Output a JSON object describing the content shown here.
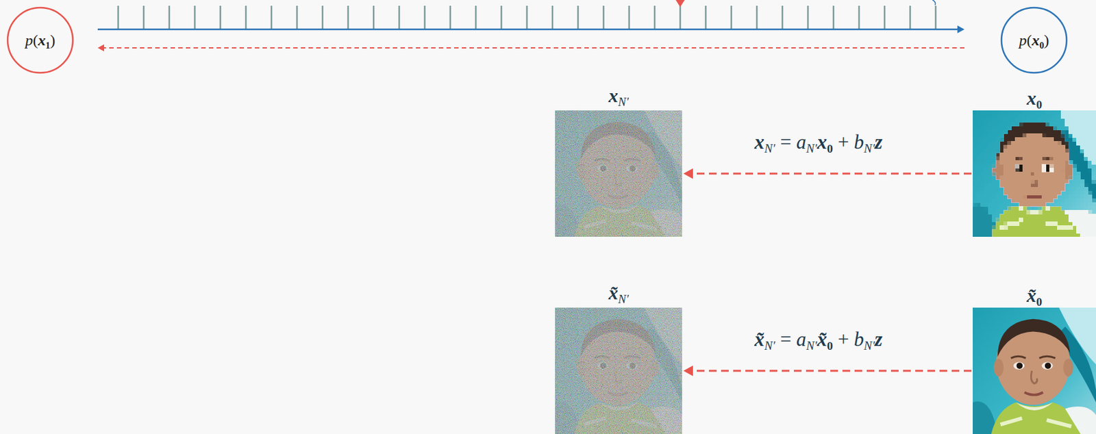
{
  "diagram": {
    "nodes": [
      {
        "text": [
          "p(x₁)"
        ]
      },
      {
        "text": [
          "p(x₀)"
        ]
      },
      {
        "text": [
          "xN′"
        ]
      },
      {
        "text": [
          "x₀"
        ]
      },
      {
        "text": [
          "x̃N′"
        ]
      },
      {
        "text": [
          "x̃₀"
        ]
      }
    ],
    "edges": [
      {
        "from": 0,
        "to": 1,
        "arrow": "to"
      },
      {
        "from": 1,
        "to": 0,
        "arrow": "to"
      },
      {
        "from": 3,
        "to": 2,
        "arrow": "to",
        "label": "xN′ = aN′x₀ + bN′z"
      },
      {
        "from": 5,
        "to": 4,
        "arrow": "to",
        "label": "x̃N′ = aN′x̃₀ + bN′z"
      }
    ]
  }
}
